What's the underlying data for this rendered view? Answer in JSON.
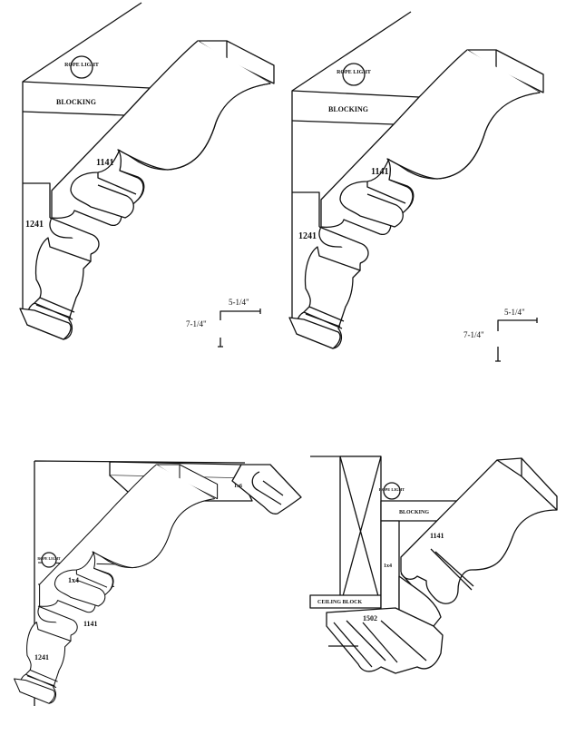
{
  "diagrams": [
    {
      "id": "top-left",
      "rope_light": "ROPE LIGHT",
      "blocking": "BLOCKING",
      "crown_part": "1141",
      "base_part": "1241",
      "dim_width": "5-1/4\"",
      "dim_height": "7-1/4\""
    },
    {
      "id": "top-right",
      "rope_light": "ROPE LIGHT",
      "blocking": "BLOCKING",
      "crown_part": "1141",
      "base_part": "1241",
      "dim_width": "5-1/4\"",
      "dim_height": "7-1/4\""
    },
    {
      "id": "bottom-left",
      "top_board": "1x6",
      "top_small_board": "1x6",
      "rope_light": "ROPE LIGHT",
      "board": "1x4",
      "crown_part": "1141",
      "base_part": "1241"
    },
    {
      "id": "bottom-right",
      "rope_light": "ROPE LIGHT",
      "blocking": "BLOCKING",
      "board": "1x4",
      "crown_part": "1141",
      "ceiling_block": "CEILING BLOCK",
      "base_part": "1502"
    }
  ]
}
